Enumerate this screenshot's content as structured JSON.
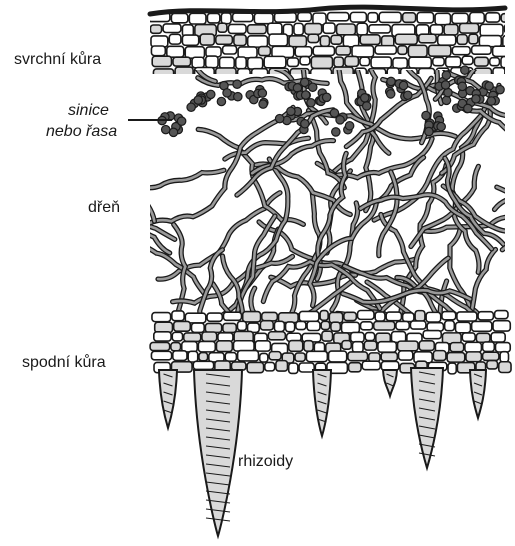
{
  "labels": {
    "upper_cortex": "svrchní kůra",
    "algae_line1": "sinice",
    "algae_line2": "nebo řasa",
    "medulla": "dřeň",
    "lower_cortex": "spodní kůra",
    "rhizines": "rhizoidy"
  },
  "colors": {
    "outline": "#1a1a1a",
    "cell_fill": "#d9d9d9",
    "hypha": "#9a9a9a",
    "algae": "#555555",
    "background": "#ffffff"
  }
}
